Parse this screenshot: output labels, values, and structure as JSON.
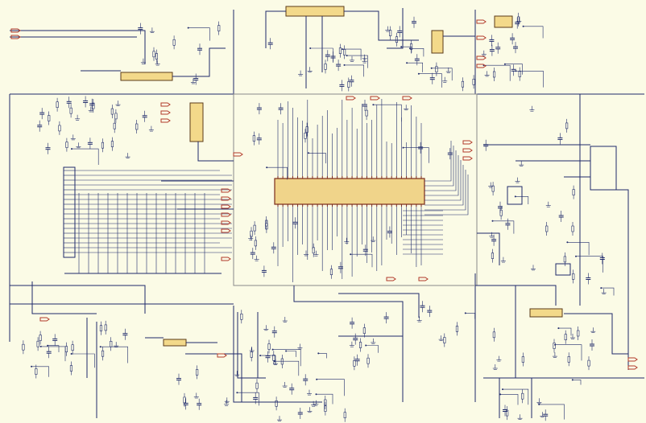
{
  "diagram": {
    "kind": "electronic circuit schematic",
    "colors": {
      "background": "#fbfbe6",
      "wire": "#1f2a6b",
      "ic_fill": "#f0d48a",
      "ic_outline": "#7a2a1a",
      "net_label": "#b23a2a",
      "section_border": "#8a8a8a"
    },
    "main_ic": {
      "top_pins": 30,
      "bottom_pins": 30
    },
    "connectors": [
      {
        "id": "top-left-header",
        "pins": 12
      },
      {
        "id": "top-center-header",
        "pins": 12
      },
      {
        "id": "mid-left-header",
        "pins": 7
      },
      {
        "id": "left-vertical-header",
        "pins": 18
      },
      {
        "id": "right-vertical-header",
        "pins": 8
      },
      {
        "id": "bottom-left-header",
        "pins": 6
      },
      {
        "id": "bottom-right-header",
        "pins": 8
      },
      {
        "id": "top-right-header",
        "pins": 5
      }
    ]
  }
}
